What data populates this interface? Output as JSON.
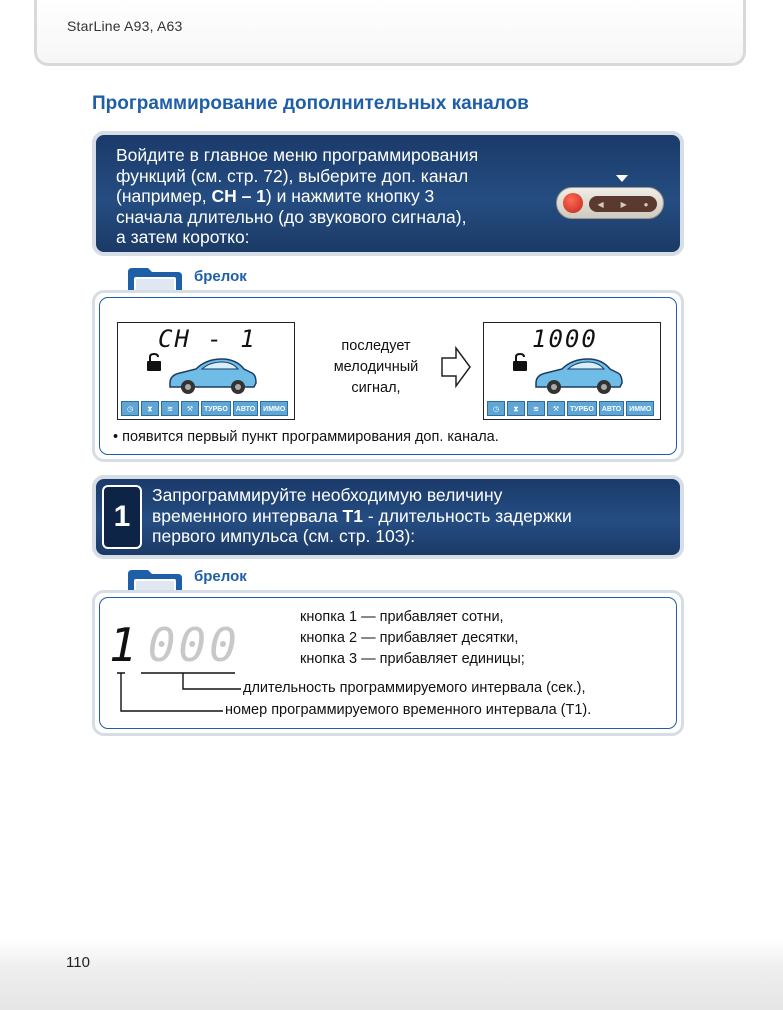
{
  "header": {
    "title": "StarLine A93, A63"
  },
  "heading": "Программирование дополнительных каналов",
  "step_intro": {
    "line1": "Войдите в главное меню программирования",
    "line2": "функций (см. стр. 72), выберите доп. канал",
    "line3_pre": "(например, ",
    "line3_bold": "CH – 1",
    "line3_post": ") и нажмите кнопку 3",
    "line4": "сначала длительно (до звукового сигнала),",
    "line5": "а затем коротко:"
  },
  "fob_label": "брелок",
  "panel1": {
    "lcd_left": "CH - 1",
    "lcd_right": "1000",
    "middle_text": [
      "последует",
      "мелодичный",
      "сигнал,"
    ],
    "bullet": "• появится первый пункт программирования доп. канала.",
    "lcd_icons": [
      "ТУРБО",
      "АВТО",
      "ИММО"
    ]
  },
  "step1": {
    "number": "1",
    "line1": "Запрограммируйте необходимую величину",
    "line2_pre": "временного интервала ",
    "line2_bold": "T1",
    "line2_post": " - длительность задержки",
    "line3": "первого импульса (см. стр. 103):"
  },
  "panel2": {
    "digit_first": "1",
    "digit_rest": "000",
    "keys": [
      "кнопка 1 — прибавляет сотни,",
      "кнопка 2 — прибавляет десятки,",
      "кнопка 3 — прибавляет единицы;"
    ],
    "legend_duration": "длительность программируемого интервала (сек.),",
    "legend_number": "номер программируемого временного интервала (T1)."
  },
  "footer": {
    "page_number": "110"
  }
}
